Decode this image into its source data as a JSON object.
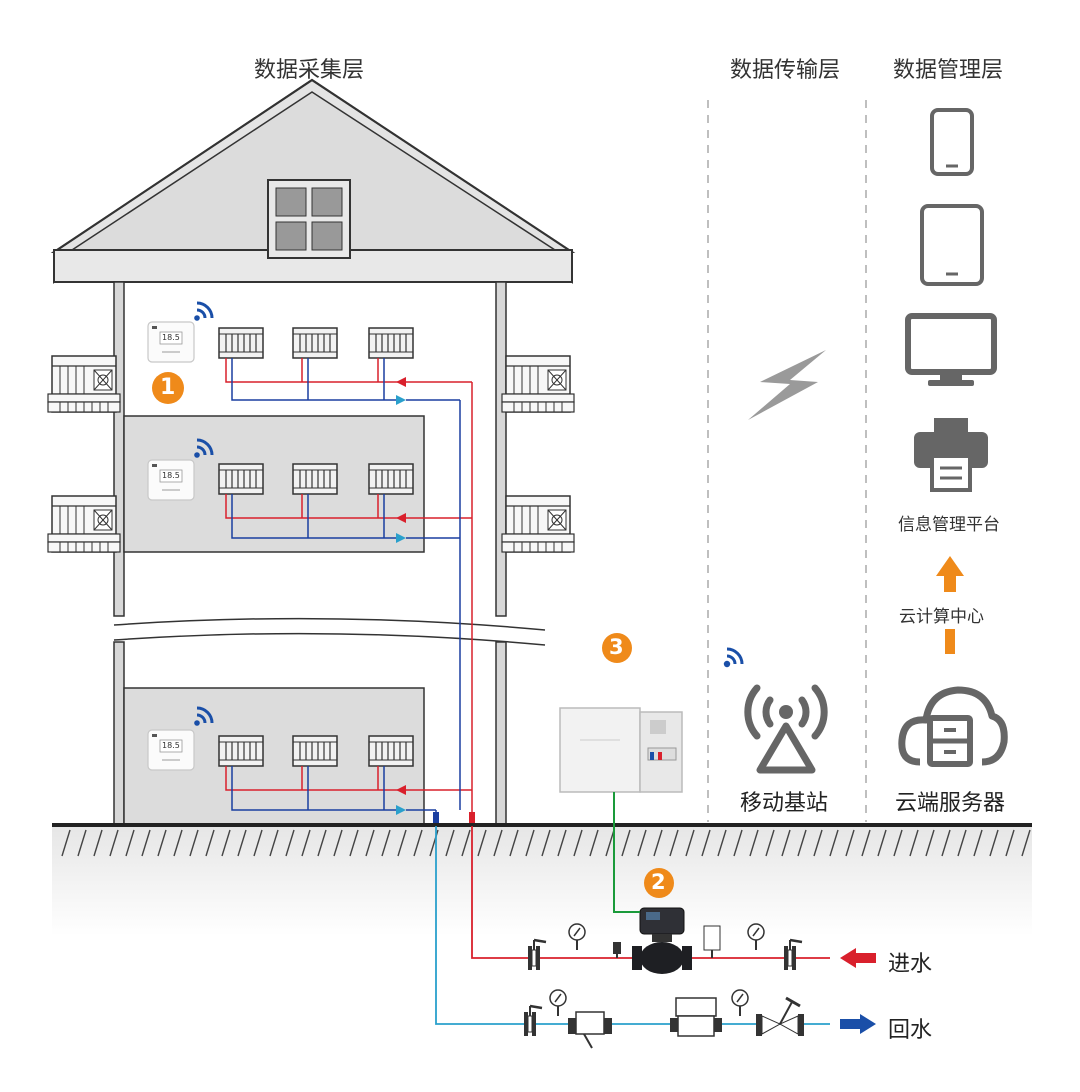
{
  "layers": {
    "collection": "数据采集层",
    "transmission": "数据传输层",
    "management": "数据管理层"
  },
  "labels": {
    "platform": "信息管理平台",
    "cloud_center": "云计算中心",
    "base_station": "移动基站",
    "cloud_server": "云端服务器",
    "water_in": "进水",
    "water_out": "回水"
  },
  "markers": [
    "1",
    "2",
    "3"
  ],
  "thermostat_reading": "18.5",
  "colors": {
    "accent": "#ef8a1a",
    "wifi": "#1a4fa8",
    "supply_pipe": "#d9202c",
    "return_pipe_indoor": "#1a3ea0",
    "return_pipe_outdoor": "#2aa0cc",
    "signal_line": "#1a9a3a",
    "building": "#dcdcdc",
    "icon_gray": "#666666"
  }
}
